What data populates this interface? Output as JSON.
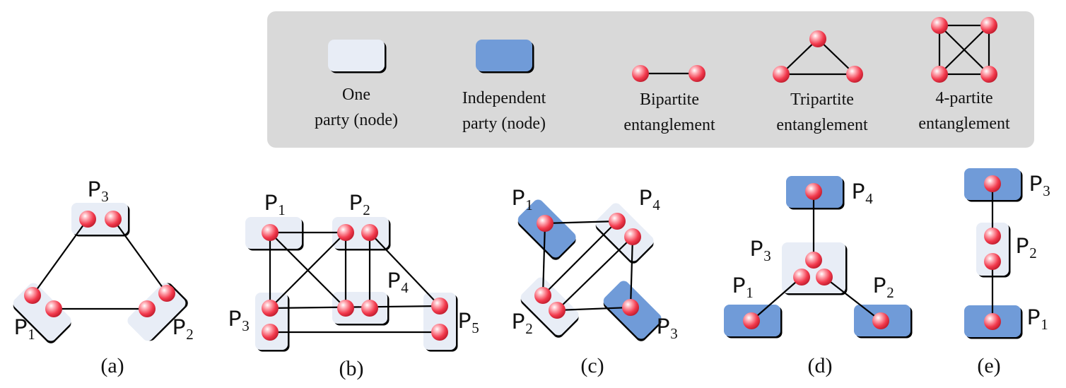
{
  "legend": {
    "items": [
      {
        "line1": "One",
        "line2": "party (node)"
      },
      {
        "line1": "Independent",
        "line2": "party (node)"
      },
      {
        "line1": "Bipartite",
        "line2": "entanglement"
      },
      {
        "line1": "Tripartite",
        "line2": "entanglement"
      },
      {
        "line1": "4-partite",
        "line2": "entanglement"
      }
    ]
  },
  "party_prefix": "P",
  "diagrams": {
    "a": {
      "caption": "(a)",
      "labels": [
        "1",
        "2",
        "3"
      ]
    },
    "b": {
      "caption": "(b)",
      "labels": [
        "1",
        "2",
        "3",
        "4",
        "5"
      ]
    },
    "c": {
      "caption": "(c)",
      "labels": [
        "1",
        "2",
        "3",
        "4"
      ]
    },
    "d": {
      "caption": "(d)",
      "labels": [
        "1",
        "2",
        "3",
        "4"
      ]
    },
    "e": {
      "caption": "(e)",
      "labels": [
        "1",
        "2",
        "3"
      ]
    }
  },
  "colors": {
    "legend_bg": "#d9d9d9",
    "party_fill": "#e8edf6",
    "independent_fill": "#6f9bd8",
    "qubit": "#ff4d5e"
  }
}
